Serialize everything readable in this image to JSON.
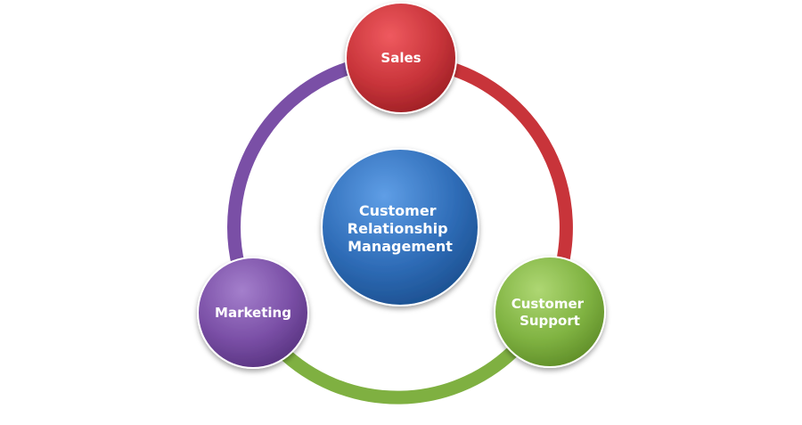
{
  "center": {
    "lines": [
      "Customer",
      "Relationship",
      "Management"
    ]
  },
  "nodes": {
    "sales": {
      "lines": [
        "Sales"
      ]
    },
    "support": {
      "lines": [
        "Customer",
        "Support"
      ]
    },
    "marketing": {
      "lines": [
        "Marketing"
      ]
    }
  },
  "colors": {
    "sales": "#c8343a",
    "support": "#7fb041",
    "marketing": "#7a4fa6",
    "center": "#2f6db8",
    "arc_sales_support": "#c8343a",
    "arc_support_marketing": "#7fb041",
    "arc_marketing_sales": "#7a4fa6"
  }
}
